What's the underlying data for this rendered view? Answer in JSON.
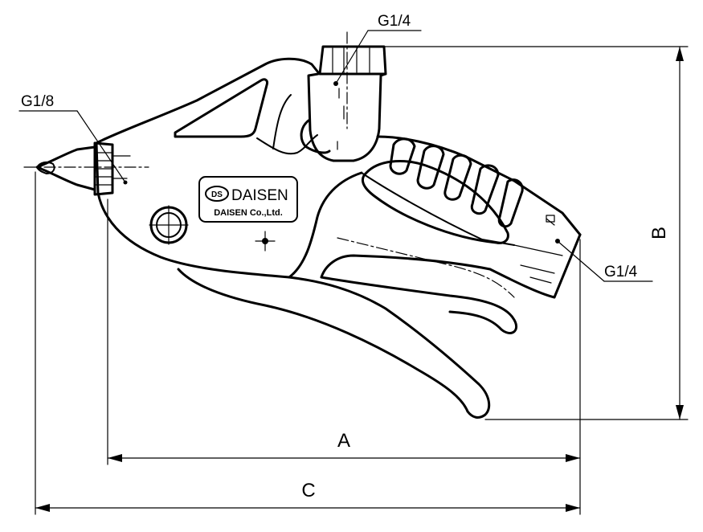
{
  "callouts": {
    "top_port": "G1/4",
    "nozzle_port": "G1/8",
    "rear_port": "G1/4"
  },
  "dimensions": {
    "a": "A",
    "b": "B",
    "c": "C"
  },
  "nameplate": {
    "logo_mark": "DS",
    "brand": "DAISEN",
    "company": "DAISEN Co.,Ltd."
  }
}
